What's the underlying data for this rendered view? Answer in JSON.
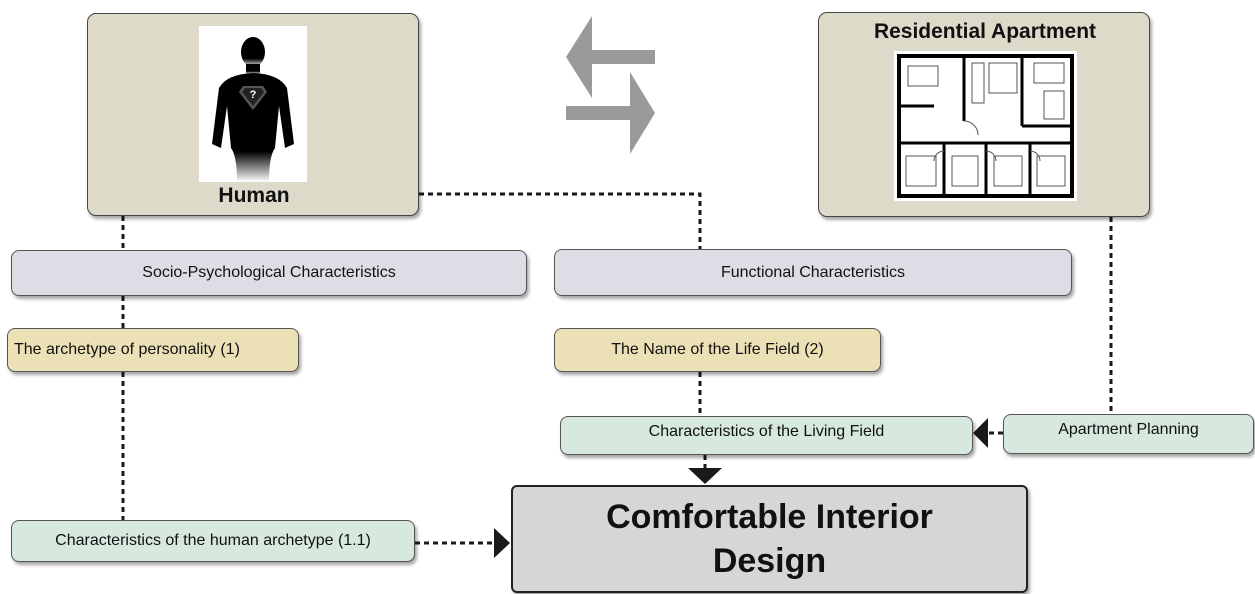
{
  "human": {
    "label": "Human"
  },
  "apartment": {
    "label": "Residential Apartment"
  },
  "characteristics": {
    "socio": "Socio-Psychological Characteristics",
    "functional": "Functional Characteristics"
  },
  "archetype": {
    "label": "The archetype of personality (1)"
  },
  "life_field": {
    "label": "The Name of the Life Field (2)"
  },
  "living_field": {
    "label": "Characteristics of the Living Field"
  },
  "apartment_planning": {
    "label": "Apartment Planning"
  },
  "human_archetype": {
    "label": "Characteristics of the human archetype (1.1)"
  },
  "result": {
    "label": "Comfortable Interior Design"
  }
}
